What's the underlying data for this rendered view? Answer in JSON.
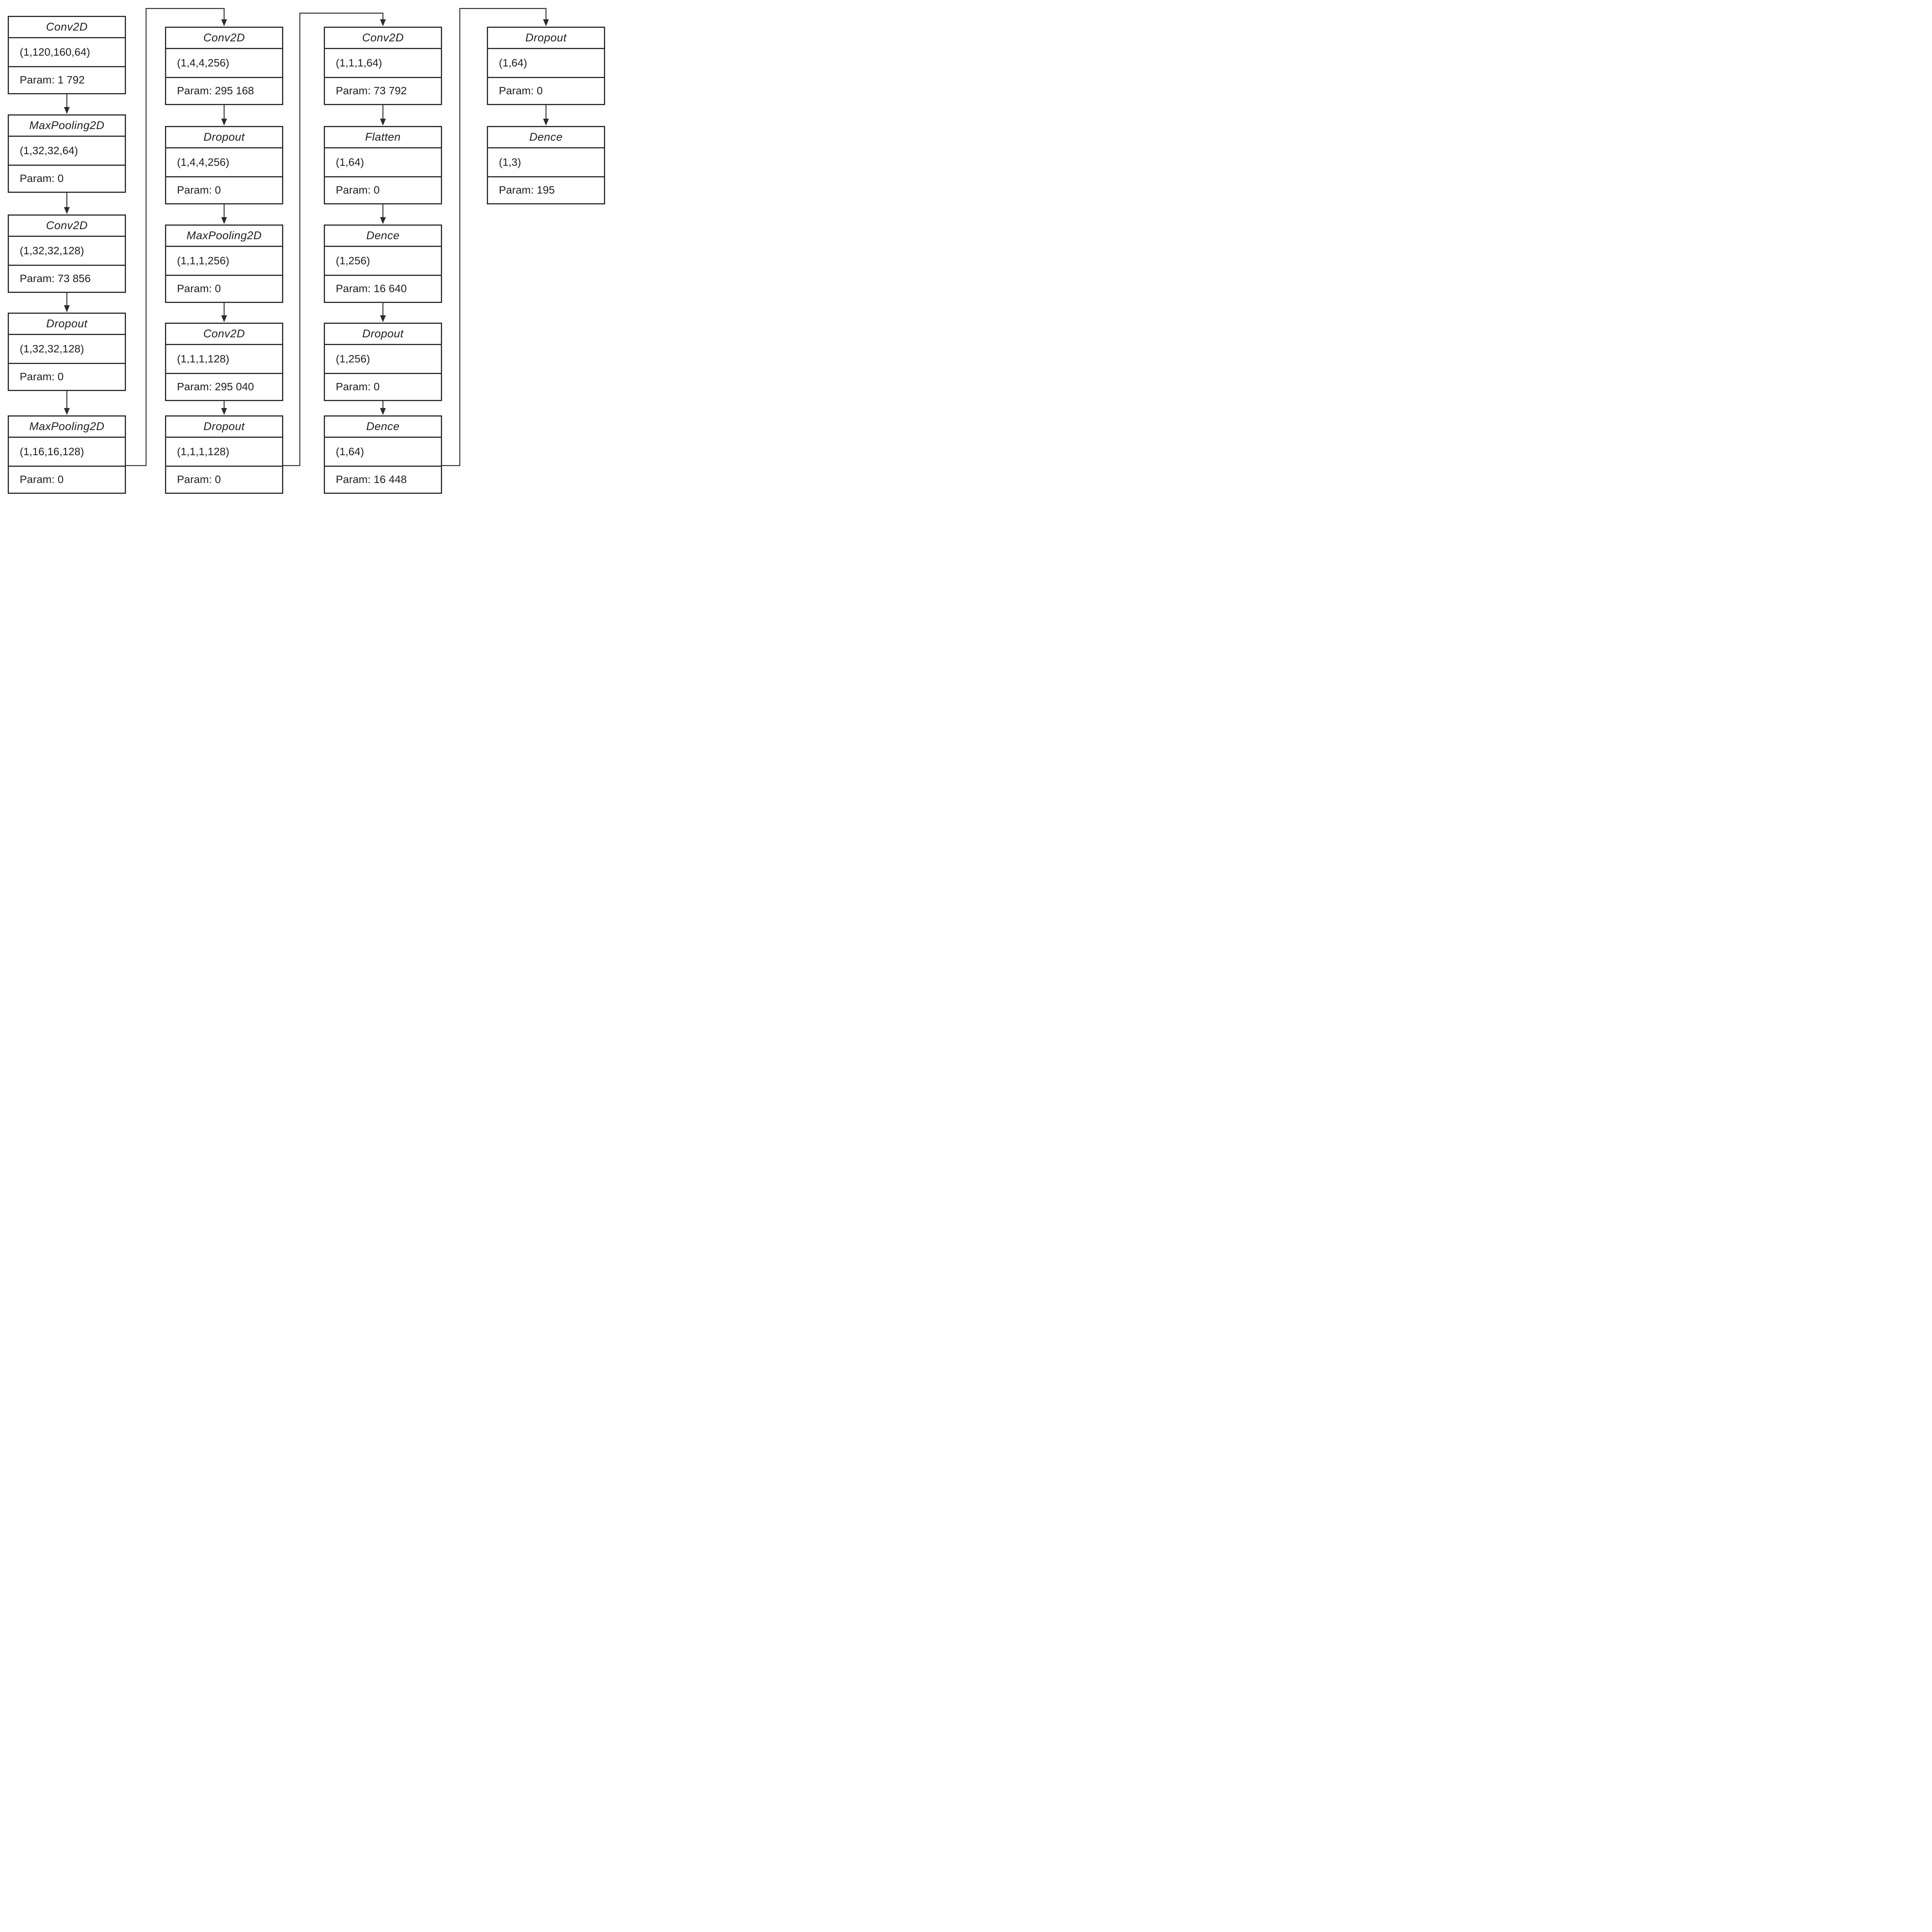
{
  "colors": {
    "ink": "#2b2b2b",
    "background": "#ffffff"
  },
  "columns": [
    {
      "boxes": [
        {
          "title": "Conv2D",
          "shape": "(1,120,160,64)",
          "param": "Param: 1 792"
        },
        {
          "title": "MaxPooling2D",
          "shape": "(1,32,32,64)",
          "param": "Param: 0"
        },
        {
          "title": "Conv2D",
          "shape": "(1,32,32,128)",
          "param": "Param: 73 856"
        },
        {
          "title": "Dropout",
          "shape": "(1,32,32,128)",
          "param": "Param: 0"
        },
        {
          "title": "MaxPooling2D",
          "shape": "(1,16,16,128)",
          "param": "Param: 0"
        }
      ]
    },
    {
      "boxes": [
        {
          "title": "Conv2D",
          "shape": "(1,4,4,256)",
          "param": "Param: 295 168"
        },
        {
          "title": "Dropout",
          "shape": "(1,4,4,256)",
          "param": "Param: 0"
        },
        {
          "title": "MaxPooling2D",
          "shape": "(1,1,1,256)",
          "param": "Param: 0"
        },
        {
          "title": "Conv2D",
          "shape": "(1,1,1,128)",
          "param": "Param: 295 040"
        },
        {
          "title": "Dropout",
          "shape": "(1,1,1,128)",
          "param": "Param: 0"
        }
      ]
    },
    {
      "boxes": [
        {
          "title": "Conv2D",
          "shape": "(1,1,1,64)",
          "param": "Param: 73 792"
        },
        {
          "title": "Flatten",
          "shape": "(1,64)",
          "param": "Param: 0"
        },
        {
          "title": "Dence",
          "shape": "(1,256)",
          "param": "Param: 16 640"
        },
        {
          "title": "Dropout",
          "shape": "(1,256)",
          "param": "Param: 0"
        },
        {
          "title": "Dence",
          "shape": "(1,64)",
          "param": "Param: 16 448"
        }
      ]
    },
    {
      "boxes": [
        {
          "title": "Dropout",
          "shape": "(1,64)",
          "param": "Param: 0"
        },
        {
          "title": "Dence",
          "shape": "(1,3)",
          "param": "Param: 195"
        }
      ]
    }
  ]
}
